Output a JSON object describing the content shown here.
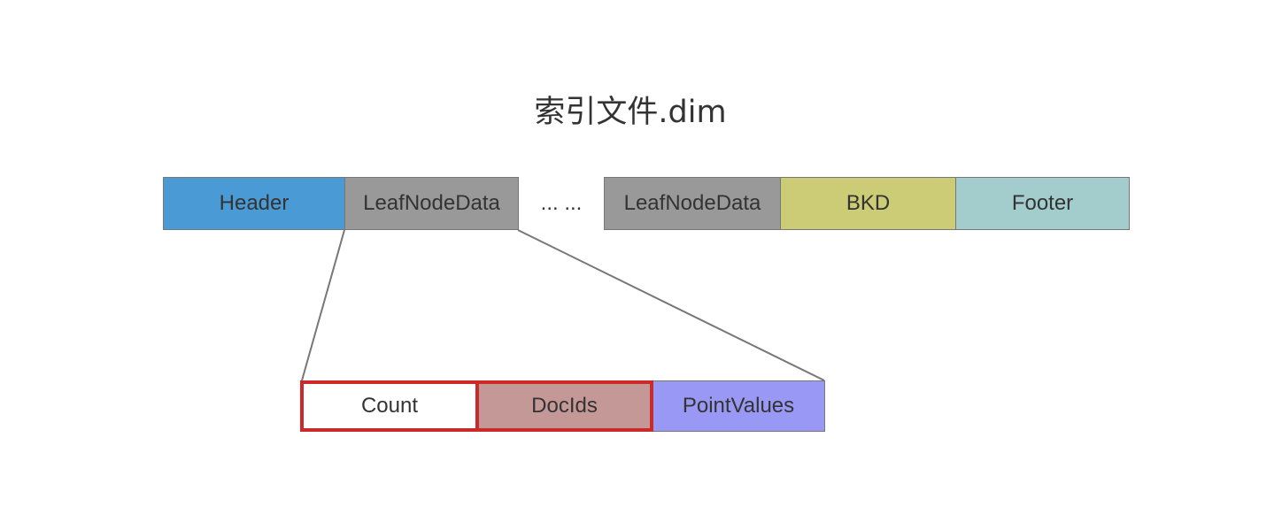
{
  "title": "索引文件.dim",
  "file_blocks": [
    {
      "label": "Header",
      "color": "#4a9bd5"
    },
    {
      "label": "LeafNodeData",
      "color": "#999999"
    },
    {
      "label": "... ...",
      "color": "#ffffff"
    },
    {
      "label": "LeafNodeData",
      "color": "#999999"
    },
    {
      "label": "BKD",
      "color": "#cccc77"
    },
    {
      "label": "Footer",
      "color": "#a3cccc"
    }
  ],
  "leaf_node_fields": [
    {
      "label": "Count",
      "color": "#ffffff",
      "highlighted": true
    },
    {
      "label": "DocIds",
      "color": "#c59898",
      "highlighted": true
    },
    {
      "label": "PointValues",
      "color": "#9999f5",
      "highlighted": false
    }
  ],
  "colors": {
    "highlight_border": "#cc2a2a",
    "box_border": "#777777",
    "connector": "#777777"
  }
}
